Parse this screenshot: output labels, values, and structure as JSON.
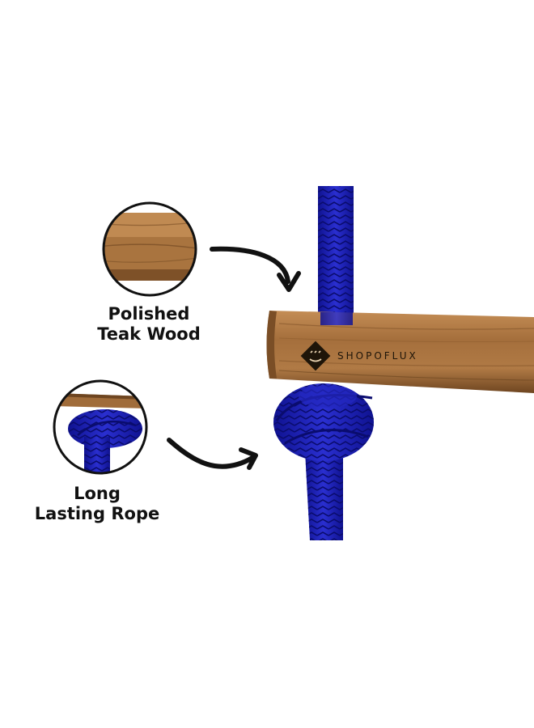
{
  "callouts": {
    "wood": {
      "line1": "Polished",
      "line2": "Teak Wood"
    },
    "rope": {
      "line1": "Long",
      "line2": "Lasting Rope"
    }
  },
  "brand": {
    "name": "SHOPOFLUX"
  },
  "colors": {
    "background": "#ffffff",
    "rope": "#1c1fb3",
    "wood": "#a06c3a",
    "ink": "#111111"
  }
}
